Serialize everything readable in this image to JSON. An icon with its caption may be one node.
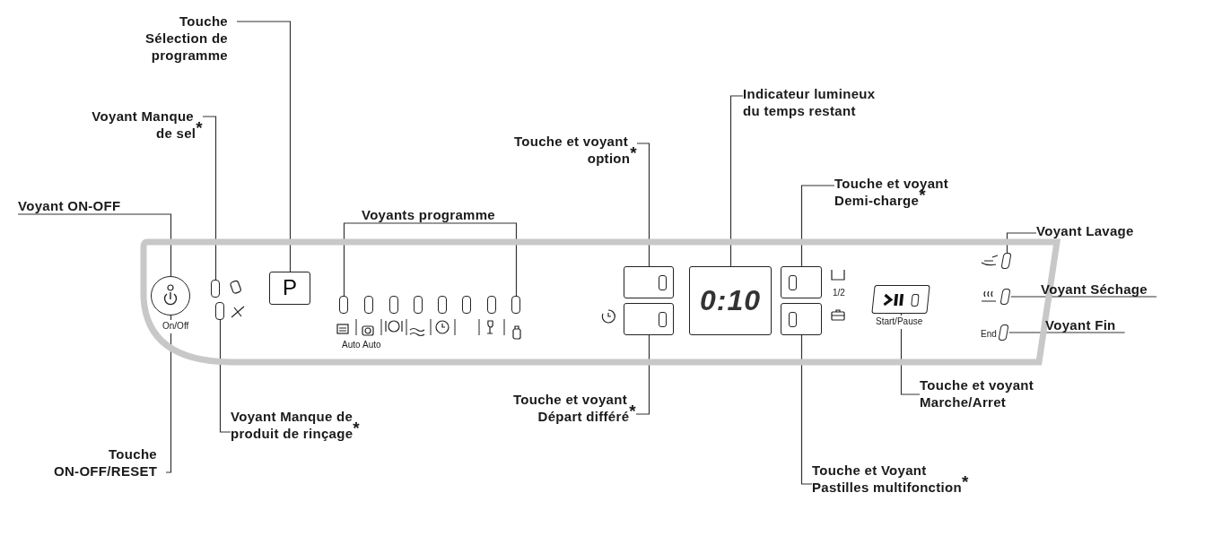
{
  "diagram": {
    "nodes": [
      {
        "text": [
          "Touche Sélection de programme"
        ]
      },
      {
        "text": [
          "Touche et voyant option$^{*}$"
        ]
      },
      {
        "text": [
          "Indicateur lumineux du temps restant"
        ]
      },
      {
        "text": [
          "Voyant Manque de sel$^{*}$"
        ]
      },
      {
        "text": [
          "Touche et voyant Demi-charge$^{*}$"
        ]
      },
      {
        "text": [
          "Voyant ON-OFF"
        ]
      },
      {
        "text": [
          "Voyants programme"
        ]
      },
      {
        "text": [
          "Voyant Lavage"
        ]
      },
      {
        "text": [],
        "shape": "box"
      },
      {
        "text": [],
        "shape": "circle",
        "in": 8
      },
      {
        "text": [],
        "shape": "box",
        "in": 8
      },
      {
        "text": [],
        "shape": "box",
        "in": 8
      },
      {
        "text": [
          "P"
        ],
        "in": 8
      },
      {
        "text": [],
        "shape": "box",
        "in": 8
      },
      {
        "text": [],
        "shape": "box",
        "in": 8
      },
      {
        "text": [],
        "shape": "box",
        "in": 8
      },
      {
        "text": [],
        "shape": "box",
        "in": 8
      },
      {
        "text": [],
        "shape": "box",
        "in": 8
      },
      {
        "text": [],
        "shape": "box",
        "in": 8
      },
      {
        "text": [],
        "shape": "box",
        "in": 8
      },
      {
        "text": [],
        "shape": "box",
        "in": 8
      },
      {
        "text": [],
        "shape": "box",
        "in": 8
      },
      {
        "text": [],
        "shape": "box",
        "in": 8
      },
      {
        "text": [
          "0:10"
        ],
        "in": 8
      },
      {
        "text": [],
        "shape": "box",
        "in": 8
      },
      {
        "text": [],
        "shape": "box",
        "in": 8
      },
      {
        "text": [],
        "shape": "box",
        "in": 8
      },
      {
        "text": [],
        "shape": "box",
        "in": 8
      },
      {
        "text": [],
        "shape": "box",
        "in": 8
      },
      {
        "text": [],
        "shape": "box",
        "in": 8
      },
      {
        "text": [
          "Voyant Séchage"
        ]
      },
      {
        "text": [
          "Voyant Fin"
        ]
      },
      {
        "text": [
          "Touche et voyant Marche/Arret"
        ]
      },
      {
        "text": [
          "Touche ON-OFF/RESET"
        ]
      },
      {
        "text": [
          "Touche et voyant Départ différé$^{*}$"
        ]
      },
      {
        "text": [
          "Voyant Manque de produit de rinçage$^{*}$"
        ]
      },
      {
        "text": [
          "Touche et Voyant Pastilles multifonction$^{*}$"
        ]
      }
    ],
    "edges": [
      {
        "from": 0,
        "to": 12,
        "arrow": "none"
      },
      {
        "from": 1,
        "to": 21,
        "arrow": "none"
      },
      {
        "from": 2,
        "to": 23,
        "arrow": "none"
      },
      {
        "from": 3,
        "to": 10,
        "arrow": "none"
      },
      {
        "from": 4,
        "to": 24,
        "arrow": "none"
      },
      {
        "from": 5,
        "to": 9,
        "arrow": "none"
      },
      {
        "from": 6,
        "to": 13,
        "arrow": "none"
      },
      {
        "from": 6,
        "to": 20,
        "arrow": "none"
      },
      {
        "from": 7,
        "to": 27,
        "arrow": "none"
      },
      {
        "from": 30,
        "to": 28,
        "arrow": "none"
      },
      {
        "from": 31,
        "to": 29,
        "arrow": "none"
      },
      {
        "from": 32,
        "to": 26,
        "arrow": "none"
      },
      {
        "from": 33,
        "to": 9,
        "arrow": "none"
      },
      {
        "from": 34,
        "to": 22,
        "arrow": "none"
      },
      {
        "from": 35,
        "to": 11,
        "arrow": "none"
      },
      {
        "from": 36,
        "to": 25,
        "arrow": "none"
      }
    ],
    "labels": [
      "1/2",
      "On/Off",
      "Auto",
      "Start/Pause",
      "End",
      "Auto"
    ]
  }
}
